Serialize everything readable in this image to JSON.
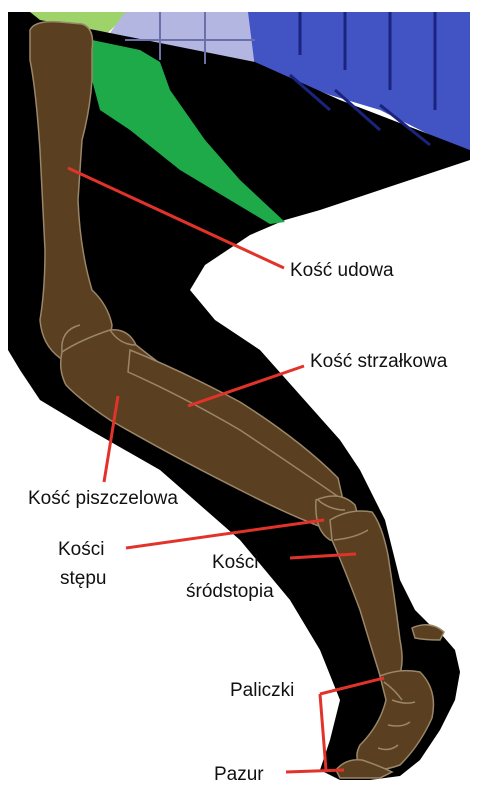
{
  "labels": {
    "femur": "Kość udowa",
    "fibula": "Kość strzałkowa",
    "tibia": "Kość piszczelowa",
    "tarsals_line1": "Kości",
    "tarsals_line2": "stępu",
    "metatarsals_line1": "Kości",
    "metatarsals_line2": "śródstopia",
    "phalanges": "Paliczki",
    "claw": "Pazur"
  },
  "colors": {
    "background": "#ffffff",
    "body": "#000000",
    "bone": "#5a4020",
    "bone_outline": "#9a8668",
    "pelvis_green": "#1faa4a",
    "light_green": "#9ed36a",
    "vertebra_lavender": "#b3b6e0",
    "vertebra_blue": "#4254c4",
    "yellow": "#f7cb12",
    "leader_line": "#e2332b"
  }
}
